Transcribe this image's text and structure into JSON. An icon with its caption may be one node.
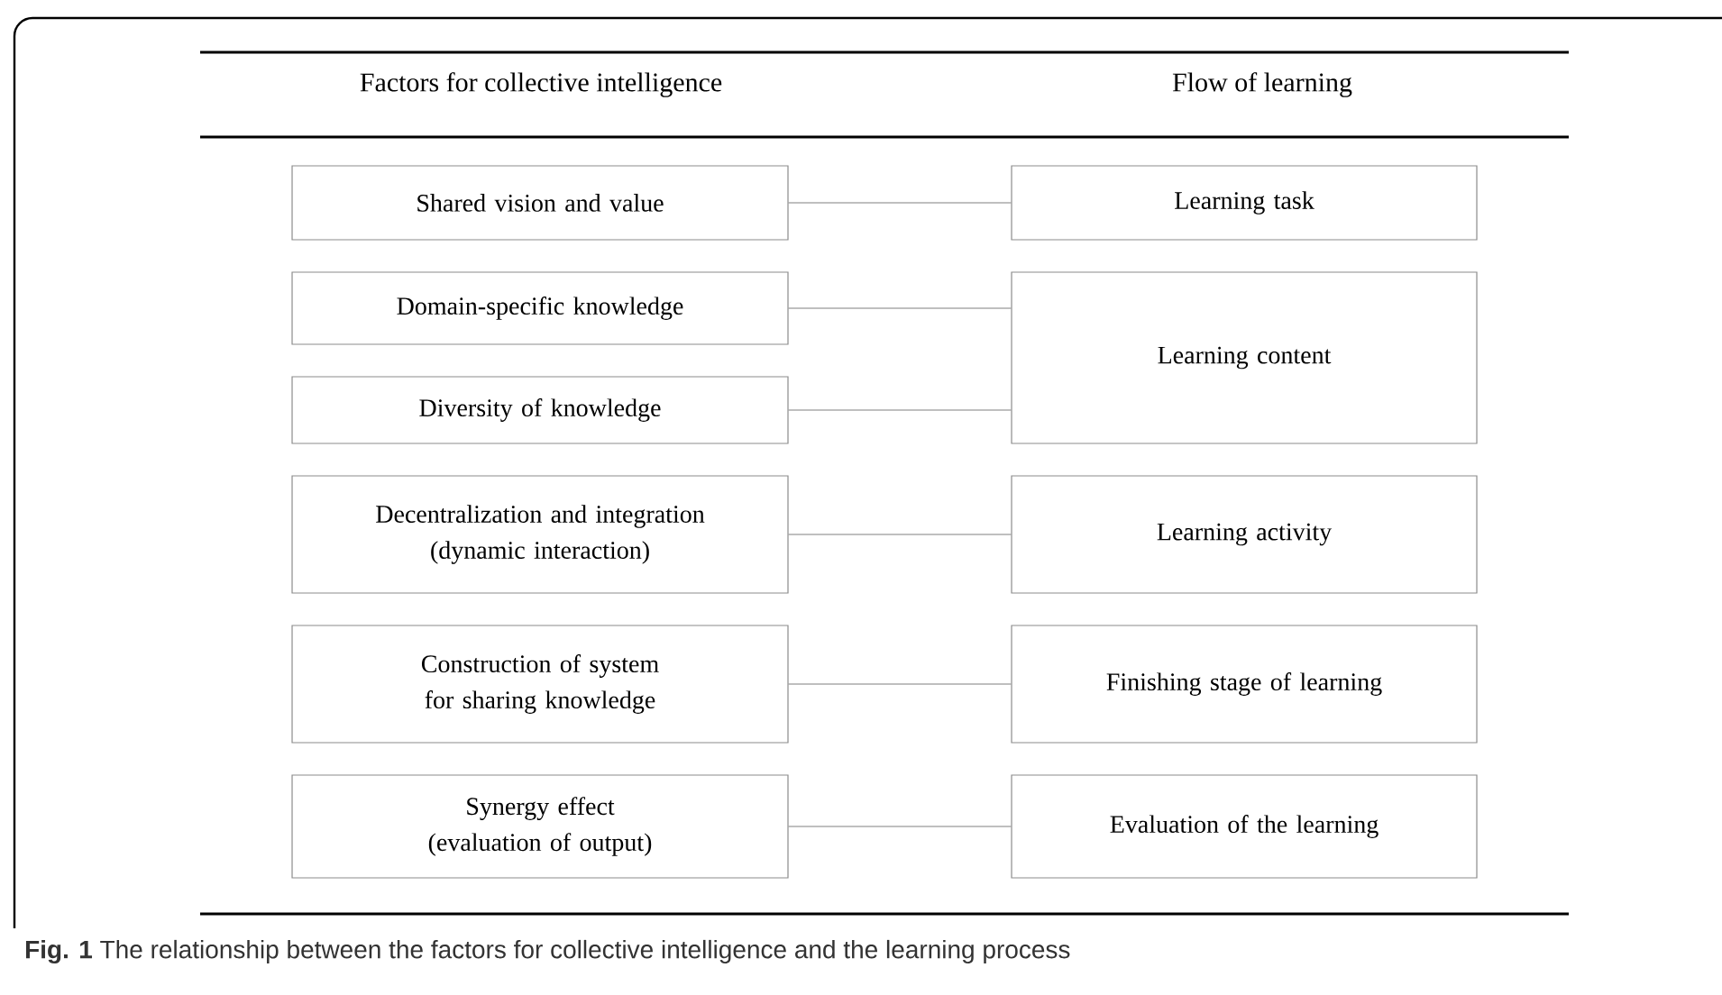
{
  "diagram": {
    "caption": "**Fig. 1** The relationship between the factors for collective intelligence and the learning process",
    "nodes": [
      {
        "text": [
          "Shared vision and value"
        ]
      },
      {
        "text": [
          "Learning task"
        ]
      },
      {
        "text": [
          "Domain-specific knowledge"
        ]
      },
      {
        "text": [
          "Learning content"
        ]
      },
      {
        "text": [
          "Diversity of knowledge"
        ]
      },
      {
        "text": [
          "Decentralization and integration (dynamic interaction)"
        ]
      },
      {
        "text": [
          "Learning activity"
        ]
      },
      {
        "text": [
          "Construction of system for sharing knowledge"
        ]
      },
      {
        "text": [
          "Finishing stage of learning"
        ]
      },
      {
        "text": [
          "Synergy effect (evaluation of output)"
        ]
      },
      {
        "text": [
          "Evaluation of the learning"
        ]
      }
    ],
    "edges": [
      {
        "from": 0,
        "to": 1,
        "arrow": "none"
      },
      {
        "from": 2,
        "to": 3,
        "arrow": "none"
      },
      {
        "from": 4,
        "to": 3,
        "arrow": "none"
      },
      {
        "from": 5,
        "to": 6,
        "arrow": "none"
      },
      {
        "from": 7,
        "to": 8,
        "arrow": "none"
      },
      {
        "from": 9,
        "to": 10,
        "arrow": "none"
      }
    ],
    "labels": [
      "Factors for collective intelligence",
      "Flow of learning"
    ]
  }
}
